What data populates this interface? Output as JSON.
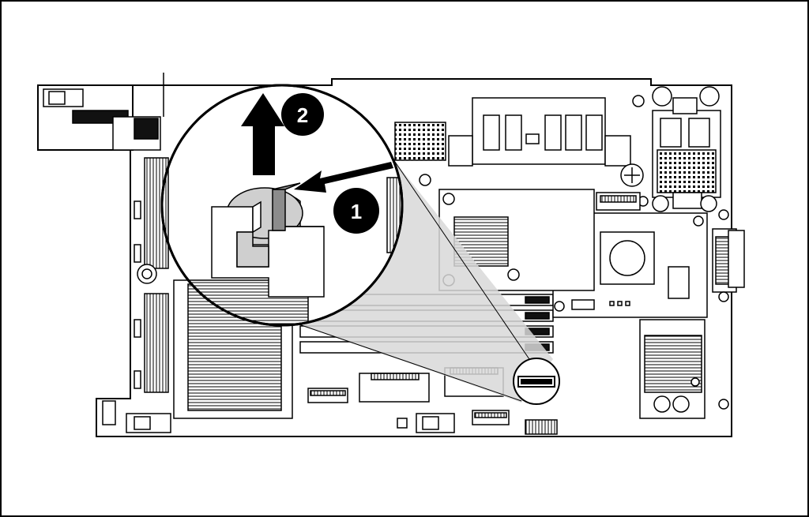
{
  "figure": {
    "kind": "technical-illustration",
    "subject": "server-blade-system-board-battery-removal",
    "colors": {
      "line": "#000000",
      "board": "#ffffff",
      "magnify-fill": "#d8d8d8",
      "battery": "#cfcfcf",
      "tab": "#8c8c8c",
      "callout": "#000000",
      "callout-text": "#ffffff"
    }
  },
  "callouts": [
    {
      "id": "step-1",
      "label": "1",
      "meaning": "press-release-tab"
    },
    {
      "id": "step-2",
      "label": "2",
      "meaning": "lift-battery-out"
    }
  ]
}
